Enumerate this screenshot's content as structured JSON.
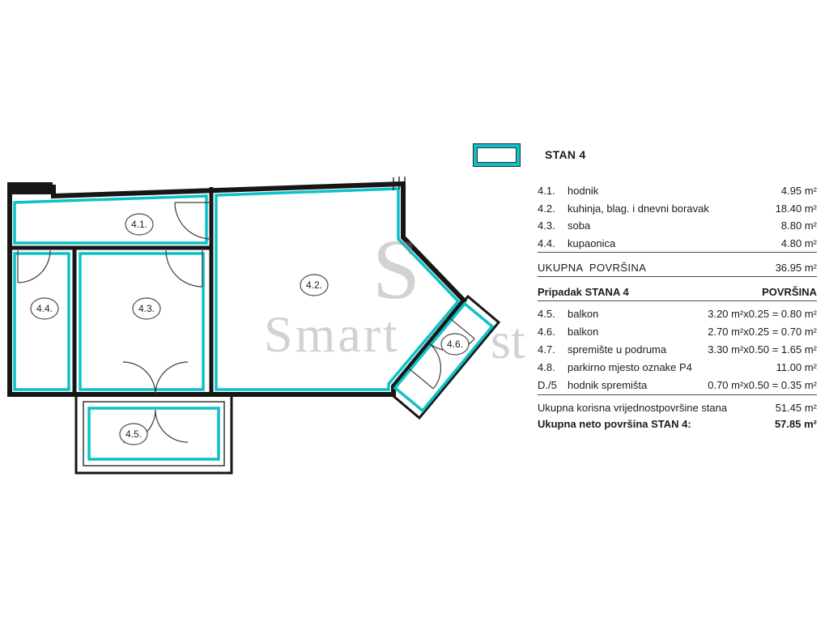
{
  "page": {
    "background": "#ffffff"
  },
  "floorplan": {
    "accent_color": "#0cc1c7",
    "wall_color": "#161616",
    "rooms": [
      {
        "label": "4.1."
      },
      {
        "label": "4.2."
      },
      {
        "label": "4.3."
      },
      {
        "label": "4.4."
      },
      {
        "label": "4.5."
      },
      {
        "label": "4.6."
      }
    ],
    "watermark_fragments": [
      "S",
      "Smart",
      "st"
    ]
  },
  "legend": {
    "swatch_color": "#0cc1c7",
    "title": "STAN 4",
    "rooms": [
      {
        "code": "4.1.",
        "name": "hodnik",
        "area": "4.95 m²"
      },
      {
        "code": "4.2.",
        "name": "kuhinja, blag. i dnevni boravak",
        "area": "18.40 m²"
      },
      {
        "code": "4.3.",
        "name": "soba",
        "area": "8.80 m²"
      },
      {
        "code": "4.4.",
        "name": "kupaonica",
        "area": "4.80 m²"
      }
    ],
    "total": {
      "label": "UKUPNA  POVRŠINA",
      "value": "36.95 m²"
    },
    "annex": {
      "header_label": "Pripadak STANA 4",
      "header_value": "POVRŠINA",
      "rows": [
        {
          "code": "4.5.",
          "name": "balkon",
          "value": "3.20 m²x0.25 = 0.80 m²"
        },
        {
          "code": "4.6.",
          "name": "balkon",
          "value": "2.70 m²x0.25 = 0.70 m²"
        },
        {
          "code": "4.7.",
          "name": "spremište u podruma",
          "value": "3.30 m²x0.50 = 1.65 m²"
        },
        {
          "code": "4.8.",
          "name": "parkirno mjesto oznake P4",
          "value": "11.00 m²"
        },
        {
          "code": "D./5",
          "name": "hodnik spremišta",
          "value": "0.70 m²x0.50 = 0.35 m²"
        }
      ]
    },
    "summary": [
      {
        "label": "Ukupna korisna vrijednostpovršine stana",
        "value": "51.45 m²"
      },
      {
        "label": "Ukupna neto površina STAN 4:",
        "value": "57.85 m²"
      }
    ]
  }
}
